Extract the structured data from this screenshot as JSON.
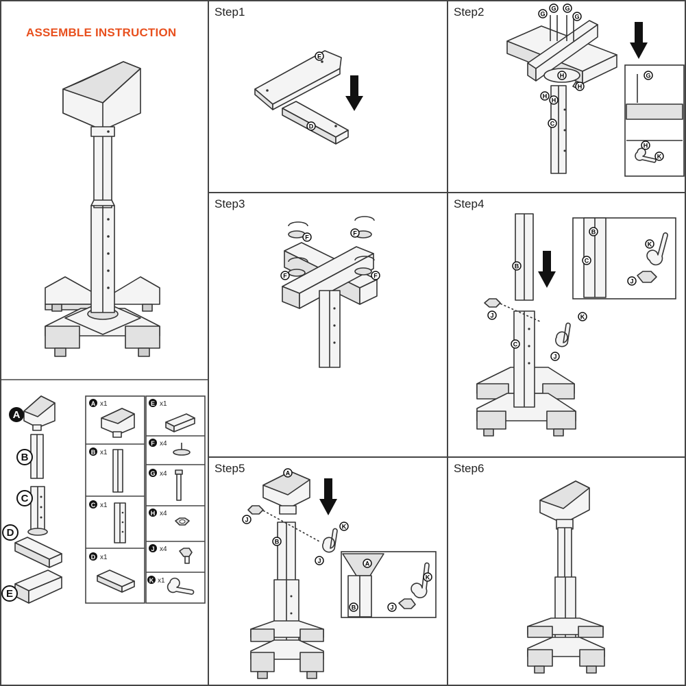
{
  "title": "ASSEMBLE INSTRUCTION",
  "colors": {
    "title": "#e8501e",
    "line": "#333333",
    "fill_light": "#f4f4f4",
    "fill_mid": "#e2e2e2",
    "fill_dark": "#cfcfcf"
  },
  "steps": [
    {
      "label": "Step1",
      "parts": [
        "E",
        "D"
      ]
    },
    {
      "label": "Step2",
      "parts": [
        "G",
        "G",
        "G",
        "G",
        "H",
        "H",
        "H",
        "H",
        "C",
        "G",
        "H",
        "K"
      ]
    },
    {
      "label": "Step3",
      "parts": [
        "F",
        "F",
        "F",
        "F"
      ]
    },
    {
      "label": "Step4",
      "parts": [
        "B",
        "C",
        "J",
        "K",
        "J",
        "B",
        "C",
        "K",
        "J"
      ]
    },
    {
      "label": "Step5",
      "parts": [
        "A",
        "J",
        "B",
        "K",
        "J",
        "A",
        "B",
        "K",
        "J"
      ]
    },
    {
      "label": "Step6",
      "parts": []
    }
  ],
  "exploded_labels": [
    "A",
    "B",
    "C",
    "D",
    "E"
  ],
  "parts_list": [
    {
      "letter": "A",
      "qty": "x1",
      "icon": "tray-icon"
    },
    {
      "letter": "E",
      "qty": "x1",
      "icon": "crossbar-e-icon"
    },
    {
      "letter": "F",
      "qty": "x4",
      "icon": "foot-pad-icon"
    },
    {
      "letter": "B",
      "qty": "x1",
      "icon": "upper-tube-icon"
    },
    {
      "letter": "G",
      "qty": "x4",
      "icon": "bolt-icon"
    },
    {
      "letter": "C",
      "qty": "x1",
      "icon": "lower-tube-icon"
    },
    {
      "letter": "H",
      "qty": "x4",
      "icon": "nut-icon"
    },
    {
      "letter": "J",
      "qty": "x4",
      "icon": "knob-bolt-icon"
    },
    {
      "letter": "D",
      "qty": "x1",
      "icon": "crossbar-d-icon"
    },
    {
      "letter": "K",
      "qty": "x1",
      "icon": "wrench-icon"
    }
  ]
}
